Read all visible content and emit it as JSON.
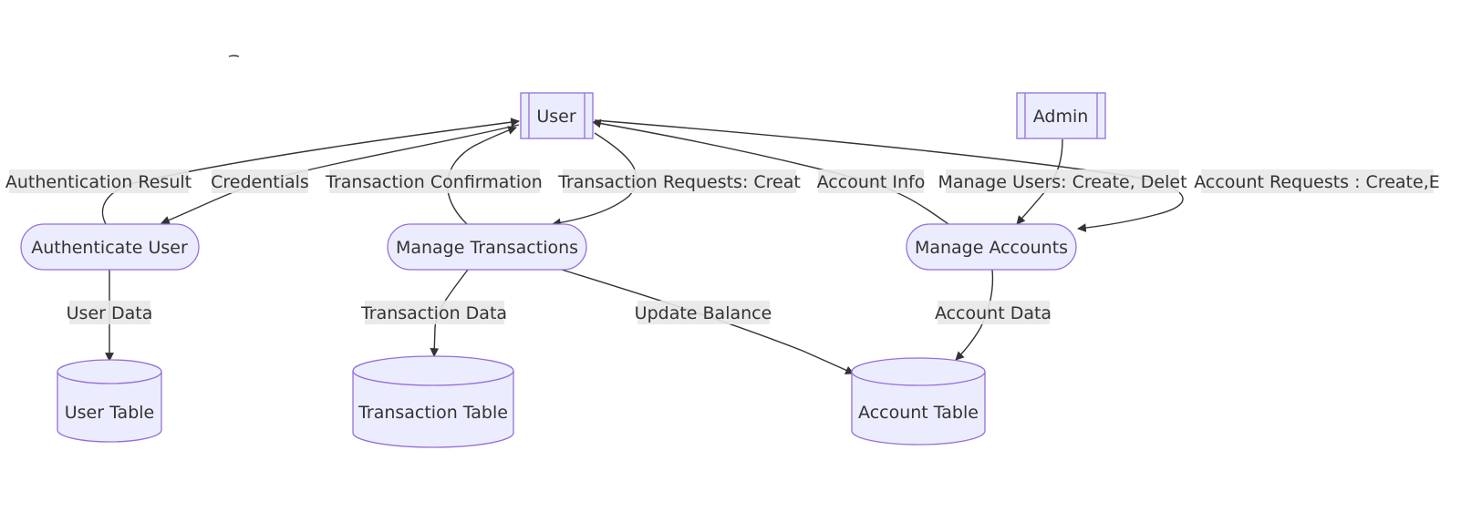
{
  "diagram": {
    "nodes": {
      "user": "User",
      "admin": "Admin",
      "authenticate_user": "Authenticate User",
      "manage_transactions": "Manage Transactions",
      "manage_accounts": "Manage Accounts",
      "user_table": "User Table",
      "transaction_table": "Transaction Table",
      "account_table": "Account Table"
    },
    "edge_labels": {
      "authentication_result": "Authentication Result",
      "credentials": "Credentials",
      "transaction_confirmation": "Transaction Confirmation",
      "transaction_requests": "Transaction Requests: Creat",
      "account_info": "Account Info",
      "manage_users": "Manage Users: Create, Delet",
      "account_requests": "Account Requests : Create,E",
      "user_data": "User Data",
      "transaction_data": "Transaction Data",
      "update_balance": "Update Balance",
      "account_data": "Account Data"
    }
  }
}
